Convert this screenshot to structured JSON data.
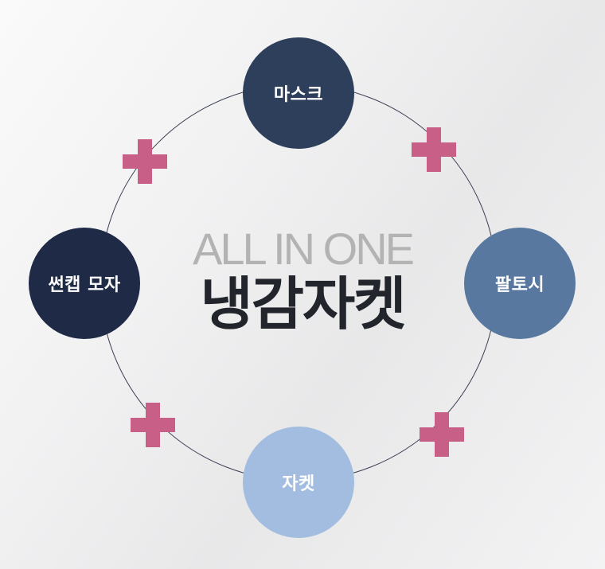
{
  "center": {
    "subtitle": "ALL IN ONE",
    "title": "냉감자켓"
  },
  "items": [
    {
      "label": "마스크",
      "color": "#2e3f5c"
    },
    {
      "label": "팔토시",
      "color": "#5878a0"
    },
    {
      "label": "자켓",
      "color": "#a3bde0"
    },
    {
      "label": "썬캡 모자",
      "color": "#1f2a47"
    }
  ],
  "colors": {
    "ring_line": "#3a3f52",
    "plus": "#c75f86",
    "center_subtitle": "#b3b3b3",
    "center_title": "#22252c"
  },
  "icons": [
    "plus-icon",
    "plus-icon",
    "plus-icon",
    "plus-icon"
  ]
}
